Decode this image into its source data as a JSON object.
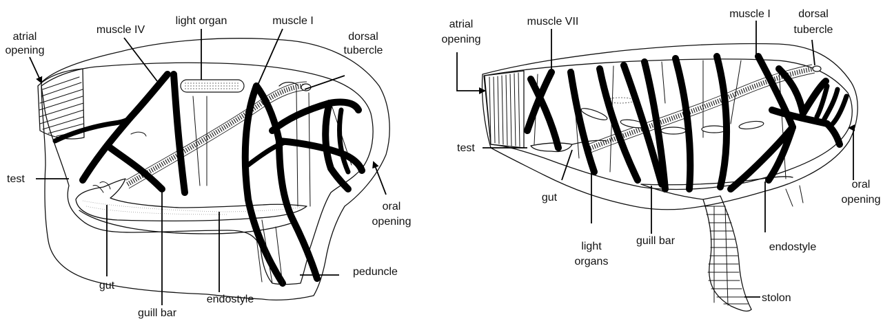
{
  "left_figure": {
    "labels": {
      "atrial_opening_1": "atrial",
      "atrial_opening_2": "opening",
      "muscle_iv": "muscle IV",
      "light_organ": "light organ",
      "muscle_i": "muscle I",
      "dorsal_tubercle_1": "dorsal",
      "dorsal_tubercle_2": "tubercle",
      "test": "test",
      "oral_opening_1": "oral",
      "oral_opening_2": "opening",
      "peduncle": "peduncle",
      "gut": "gut",
      "endostyle": "endostyle",
      "guill_bar": "guill bar"
    }
  },
  "right_figure": {
    "labels": {
      "atrial_opening_1": "atrial",
      "atrial_opening_2": "opening",
      "muscle_vii": "muscle VII",
      "muscle_i": "muscle I",
      "dorsal_tubercle_1": "dorsal",
      "dorsal_tubercle_2": "tubercle",
      "test": "test",
      "gut": "gut",
      "oral_opening_1": "oral",
      "oral_opening_2": "opening",
      "light_organs_1": "light",
      "light_organs_2": "organs",
      "guill_bar": "guill bar",
      "endostyle": "endostyle",
      "stolon": "stolon"
    }
  }
}
